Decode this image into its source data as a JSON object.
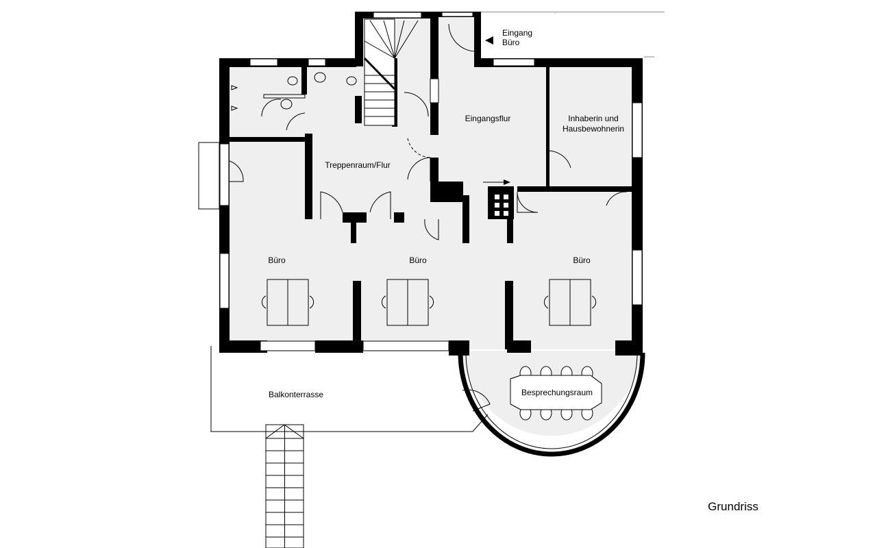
{
  "plan": {
    "entrance": {
      "line1": "Eingang",
      "line2": "Büro",
      "icon": "arrow-left-icon"
    },
    "rooms": {
      "entrance_hall": "Eingangsflur",
      "owner_room_line1": "Inhaberin und",
      "owner_room_line2": "Hausbewohnerin",
      "stair_hall": "Treppenraum/Flur",
      "office_left": "Büro",
      "office_middle": "Büro",
      "office_right": "Büro",
      "balcony": "Balkonterrasse",
      "meeting_room": "Besprechungsraum"
    },
    "caption": "Grundriss"
  },
  "colors": {
    "wall": "#000000",
    "floor": "#efefef",
    "background": "#ffffff"
  }
}
